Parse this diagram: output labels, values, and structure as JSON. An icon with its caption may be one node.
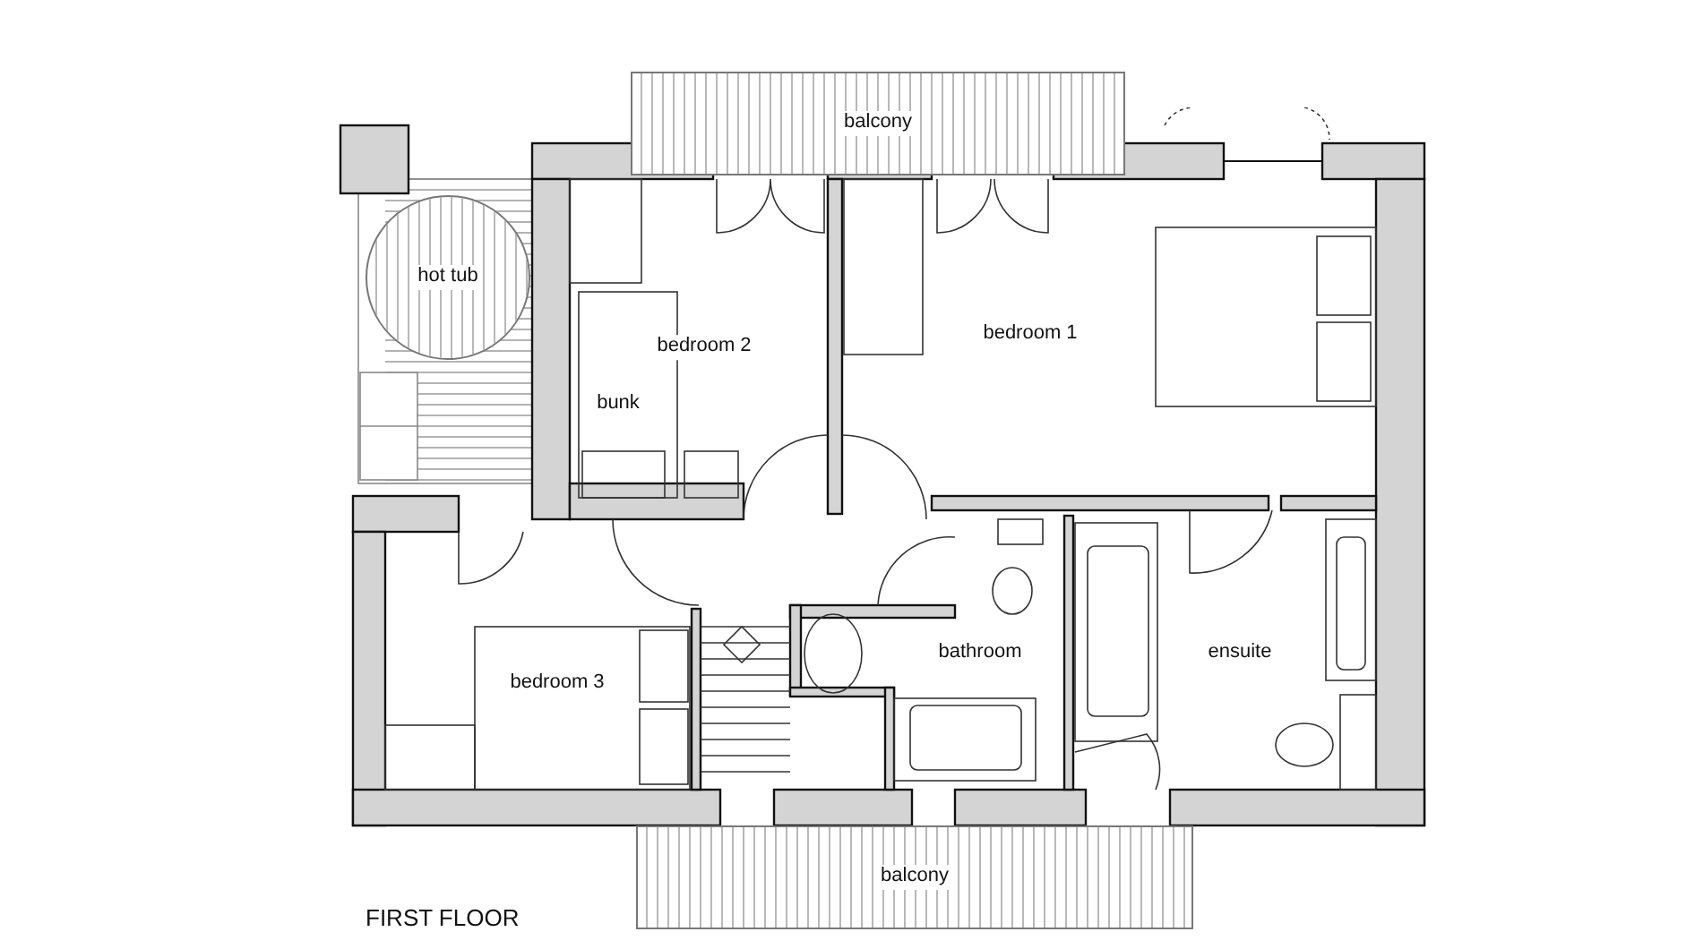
{
  "diagram": {
    "title": "FIRST FLOOR",
    "nodes": [
      {
        "text": [
          "balcony"
        ]
      },
      {
        "text": [
          "hot tub"
        ]
      },
      {
        "text": [
          "balcony"
        ]
      }
    ],
    "edges": [],
    "labels": [
      "bedroom 2",
      "bunk",
      "bedroom 1",
      "bedroom 3",
      "bathroom",
      "ensuite"
    ]
  }
}
